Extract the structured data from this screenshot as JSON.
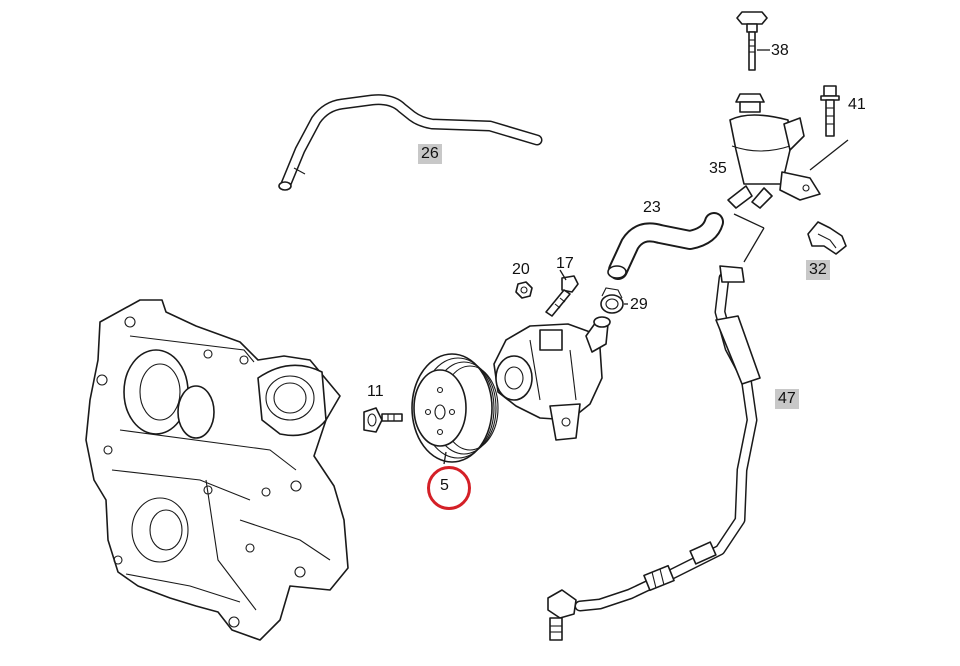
{
  "diagram": {
    "labels": {
      "p38": "38",
      "p41": "41",
      "p35": "35",
      "p26": "26",
      "p23": "23",
      "p32": "32",
      "p20": "20",
      "p17": "17",
      "p29": "29",
      "p11": "11",
      "p47": "47",
      "p5": "5"
    },
    "highlight": {
      "part": "5",
      "color": "#d42027"
    },
    "boxed_label_color": "#c8c8c8"
  }
}
